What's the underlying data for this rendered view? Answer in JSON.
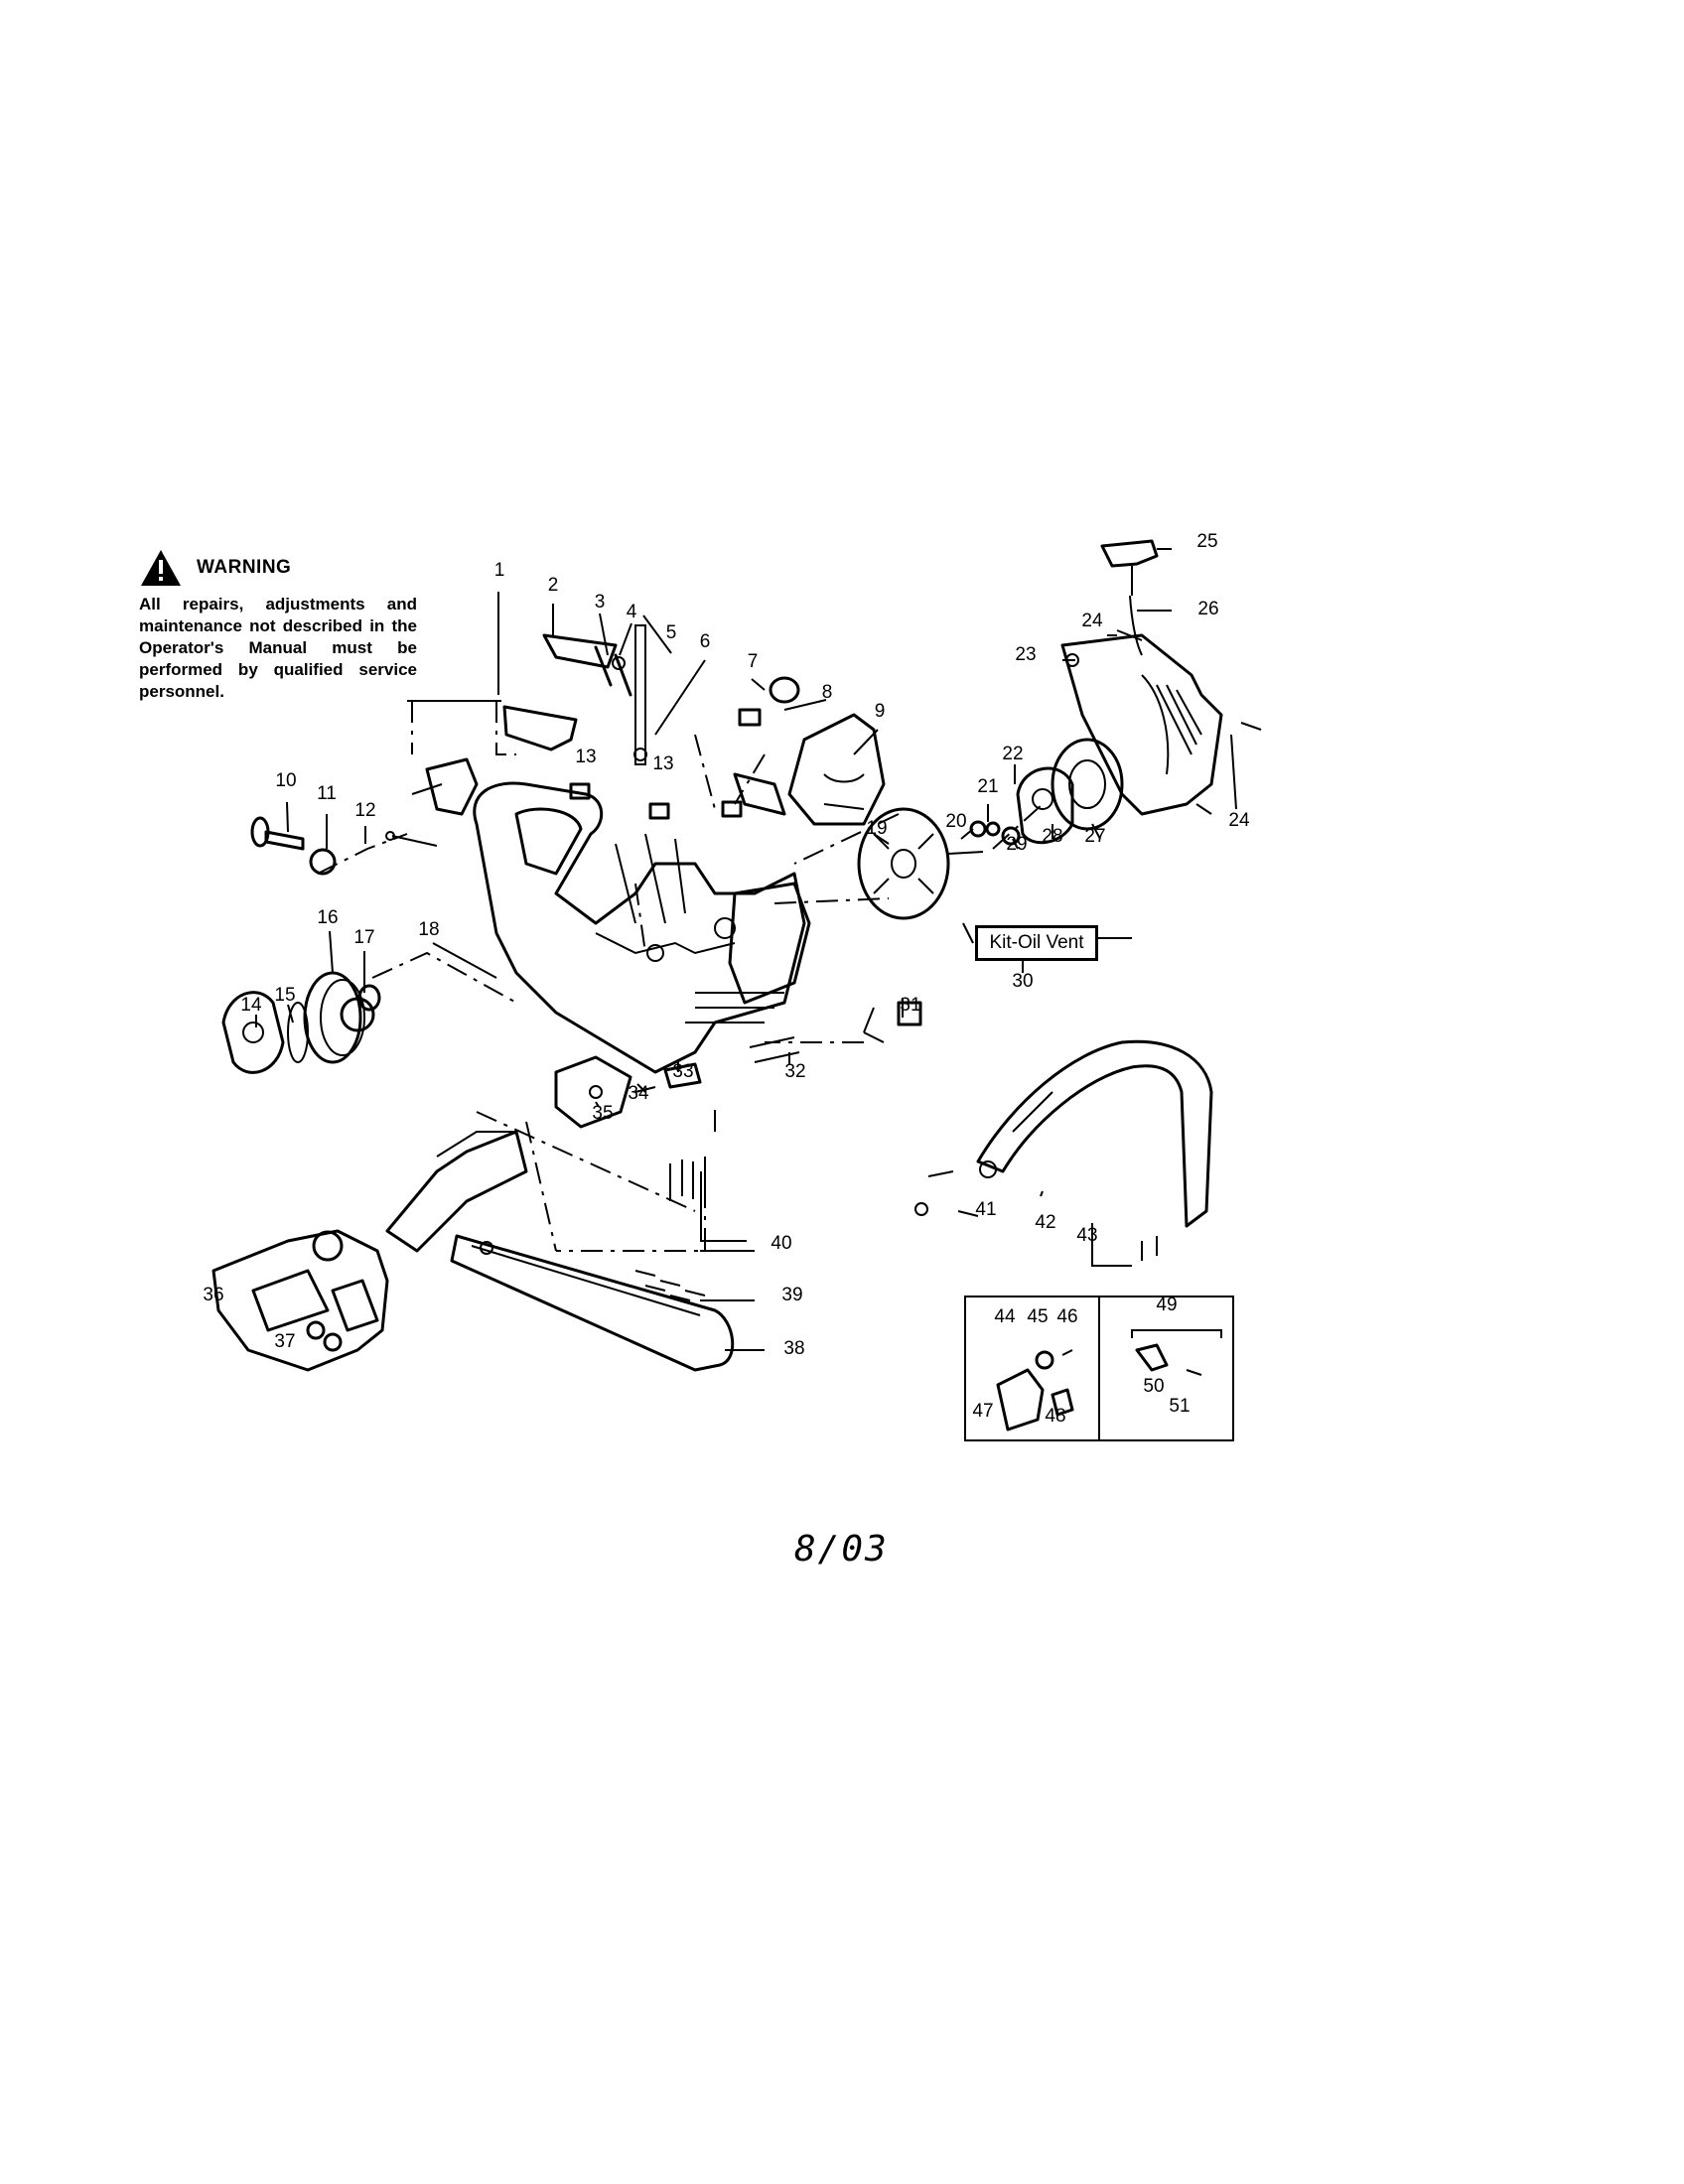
{
  "warning": {
    "title": "WARNING",
    "text": "All repairs, adjustments and maintenance not described in the Operator's Manual must be performed by qualified service personnel."
  },
  "kit_label": "Kit-Oil Vent",
  "date_code": "8/03",
  "callouts": [
    "1",
    "2",
    "3",
    "4",
    "5",
    "6",
    "7",
    "8",
    "9",
    "10",
    "11",
    "12",
    "13",
    "13",
    "14",
    "15",
    "16",
    "17",
    "18",
    "19",
    "20",
    "21",
    "22",
    "23",
    "24",
    "24",
    "25",
    "26",
    "27",
    "28",
    "29",
    "30",
    "31",
    "32",
    "33",
    "34",
    "35",
    "36",
    "37",
    "38",
    "39",
    "40",
    "41",
    "42",
    "43",
    "44",
    "45",
    "46",
    "47",
    "48",
    "49",
    "50",
    "51"
  ]
}
